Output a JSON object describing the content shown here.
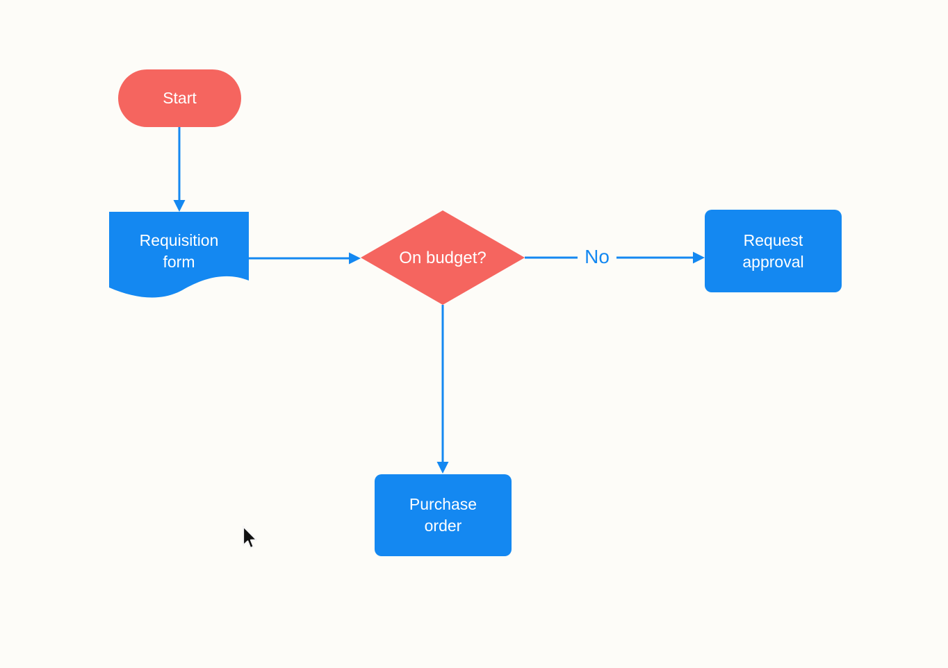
{
  "canvas": {
    "type": "flowchart",
    "background_color": "#fdfcf8"
  },
  "colors": {
    "terminator_fill": "#f5655f",
    "decision_fill": "#f5655f",
    "process_fill": "#1488f1",
    "document_fill": "#1488f1",
    "connector_stroke": "#1488f1",
    "node_text": "#ffffff",
    "edge_label_text": "#1488f1"
  },
  "nodes": {
    "start": {
      "label": "Start",
      "shape": "terminator"
    },
    "requisition_form": {
      "label": "Requisition form",
      "shape": "document"
    },
    "on_budget": {
      "label": "On budget?",
      "shape": "decision"
    },
    "request_approval": {
      "label": "Request approval",
      "shape": "process"
    },
    "purchase_order": {
      "label": "Purchase order",
      "shape": "process"
    }
  },
  "edges": {
    "start_to_requisition": {
      "from": "start",
      "to": "requisition_form",
      "label": ""
    },
    "requisition_to_decision": {
      "from": "requisition_form",
      "to": "on_budget",
      "label": ""
    },
    "decision_to_request_approval": {
      "from": "on_budget",
      "to": "request_approval",
      "label": "No"
    },
    "decision_to_purchase_order": {
      "from": "on_budget",
      "to": "purchase_order",
      "label": ""
    }
  },
  "edge_labels": {
    "no": "No"
  }
}
